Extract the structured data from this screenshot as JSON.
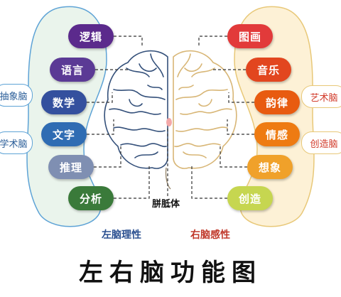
{
  "title": "左右脑功能图",
  "left_functions": [
    "逻辑",
    "语言",
    "数学",
    "文字",
    "推理",
    "分析"
  ],
  "right_functions": [
    "图画",
    "音乐",
    "韵律",
    "情感",
    "想象",
    "创造"
  ],
  "left_categories": [
    "抽象脑",
    "学术脑"
  ],
  "right_categories": [
    "艺术脑",
    "创造脑"
  ],
  "center_label": "胼胝体",
  "left_caption": "左脑理性",
  "right_caption": "右脑感性",
  "colors": {
    "left_bubbles": [
      "#5b2a8c",
      "#5b3a95",
      "#34509e",
      "#2f6cb3",
      "#7f8fb2",
      "#3a7a3a"
    ],
    "right_bubbles": [
      "#e23a3a",
      "#e2461f",
      "#e85b10",
      "#ee7b12",
      "#f0a12a",
      "#c6d650"
    ],
    "left_panel": "#eaf4ec",
    "left_panel_border": "#5ea3d6",
    "right_panel": "#fdf1d6",
    "right_panel_border": "#e8c878",
    "left_tag_text": "#2a5d98",
    "right_tag_text": "#d13a2a",
    "left_caption": "#2a4f90",
    "right_caption": "#c0392b",
    "brain_left": "#34507a",
    "brain_right": "#d8b676"
  }
}
